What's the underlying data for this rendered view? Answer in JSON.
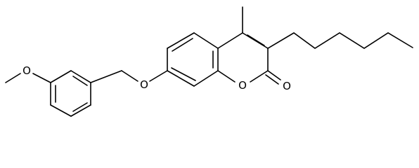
{
  "structure": {
    "atom_labels": {
      "methoxy_oxygen": "O",
      "ether_oxygen": "O",
      "ring_oxygen": "O",
      "carbonyl_oxygen": "O"
    },
    "colors": {
      "bond": "#000000",
      "label": "#000000",
      "background": "#ffffff"
    }
  }
}
